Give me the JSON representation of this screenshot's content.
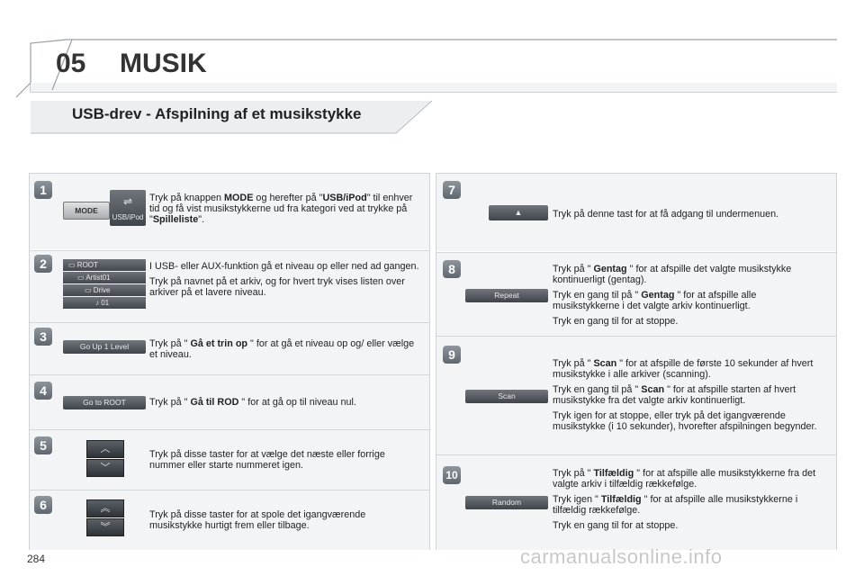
{
  "chapter": {
    "number": "05",
    "title": "MUSIK"
  },
  "section_title": "USB-drev - Afspilning af et musikstykke",
  "page_number": "284",
  "watermark": "carmanualsonline.info",
  "left": [
    {
      "num": "1",
      "buttons": {
        "mode": "MODE",
        "usb": "USB/iPod"
      },
      "text": {
        "a": "Tryk på knappen ",
        "b": "MODE",
        "c": " og herefter på \"",
        "d": "USB/iPod",
        "e": "\" til enhver tid og få vist musikstykkerne ud fra kategori ved at trykke på \"",
        "f": "Spilleliste",
        "g": "\"."
      }
    },
    {
      "num": "2",
      "folders": [
        "ROOT",
        "Artist01",
        "Drive",
        "01"
      ],
      "p1": "I USB- eller AUX-funktion gå et niveau op eller ned ad gangen.",
      "p2": "Tryk på navnet på et arkiv, og for hvert tryk vises listen over arkiver på et lavere niveau."
    },
    {
      "num": "3",
      "button": "Go Up 1 Level",
      "text": {
        "a": "Tryk på \" ",
        "b": "Gå et trin op",
        "c": " \" for at gå et niveau op og/ eller vælge et niveau."
      }
    },
    {
      "num": "4",
      "button": "Go to ROOT",
      "text": {
        "a": "Tryk på \" ",
        "b": "Gå til ROD",
        "c": " \" for at gå op til niveau nul."
      }
    },
    {
      "num": "5",
      "text": "Tryk på disse taster for at vælge det næste eller forrige nummer eller starte nummeret igen."
    },
    {
      "num": "6",
      "text": "Tryk på disse taster for at spole det igangværende musikstykke hurtigt frem eller tilbage."
    }
  ],
  "right": [
    {
      "num": "7",
      "text": "Tryk på denne tast for at få adgang til undermenuen."
    },
    {
      "num": "8",
      "button": "Repeat",
      "p1": {
        "a": "Tryk på \" ",
        "b": "Gentag",
        "c": " \" for at afspille det valgte musikstykke kontinuerligt (gentag)."
      },
      "p2": {
        "a": "Tryk en gang til på \" ",
        "b": "Gentag",
        "c": " \" for at afspille alle musikstykkerne i det valgte arkiv kontinuerligt."
      },
      "p3": "Tryk en gang til for at stoppe."
    },
    {
      "num": "9",
      "button": "Scan",
      "p1": {
        "a": "Tryk på \" ",
        "b": "Scan",
        "c": " \" for at afspille de første 10 sekunder af hvert musikstykke i alle arkiver (scanning)."
      },
      "p2": {
        "a": "Tryk en gang til på \" ",
        "b": "Scan",
        "c": " \" for at afspille starten af hvert musikstykke fra det valgte arkiv kontinuerligt."
      },
      "p3": "Tryk igen for at stoppe, eller tryk på det igangværende musikstykke (i 10 sekunder), hvorefter afspilningen begynder."
    },
    {
      "num": "10",
      "button": "Random",
      "p1": {
        "a": "Tryk på \" ",
        "b": "Tilfældig",
        "c": " \" for at afspille alle musikstykkerne fra det valgte arkiv i tilfældig rækkefølge."
      },
      "p2": {
        "a": "Tryk igen \" ",
        "b": "Tilfældig",
        "c": " \" for at afspille alle musikstykkerne i tilfældig rækkefølge."
      },
      "p3": "Tryk en gang til for at stoppe."
    }
  ]
}
